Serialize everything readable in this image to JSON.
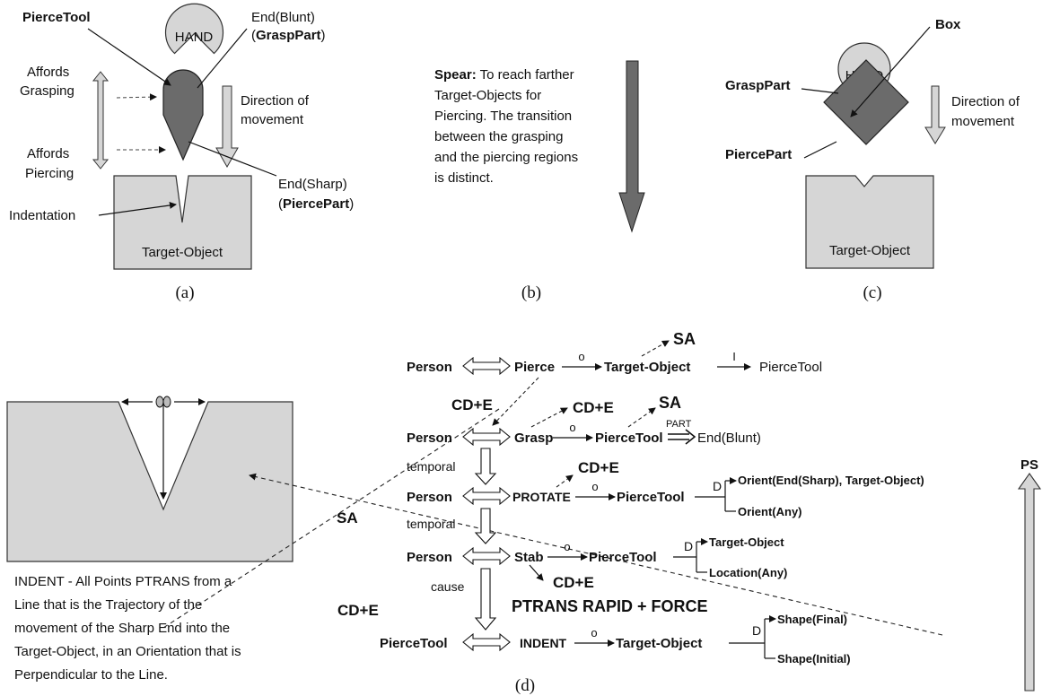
{
  "panel_a": {
    "hand": "HAND",
    "pierce_tool": "PierceTool",
    "end_blunt": "End(Blunt)",
    "grasp_part": "GraspPart",
    "affords_grasping_1": "Affords",
    "affords_grasping_2": "Grasping",
    "affords_piercing_1": "Affords",
    "affords_piercing_2": "Piercing",
    "direction_1": "Direction of",
    "direction_2": "movement",
    "end_sharp": "End(Sharp)",
    "pierce_part": "PiercePart",
    "indentation": "Indentation",
    "target_object": "Target-Object",
    "caption": "(a)"
  },
  "panel_b": {
    "spear_label": "Spear:",
    "line1_rest": "To reach farther",
    "line2": "Target-Objects for",
    "line3": "Piercing. The transition",
    "line4": "between the grasping",
    "line5": "and the piercing regions",
    "line6": "is distinct.",
    "caption": "(b)"
  },
  "panel_c": {
    "hand": "HAND",
    "box": "Box",
    "grasp_part": "GraspPart",
    "pierce_part": "PiercePart",
    "direction_1": "Direction of",
    "direction_2": "movement",
    "target_object": "Target-Object",
    "caption": "(c)"
  },
  "panel_d": {
    "indent_desc": [
      "INDENT - All Points PTRANS from a",
      "Line that is the Trajectory of the",
      "movement of the Sharp End into the",
      "Target-Object, in an Orientation that is",
      "Perpendicular to the Line."
    ],
    "sa_left": "SA",
    "cde_left": "CD+E",
    "row1": {
      "actor": "Person",
      "act": "Pierce",
      "o": "o",
      "object": "Target-Object",
      "i": "I",
      "instrument": "PierceTool",
      "sa": "SA"
    },
    "cde1": "CD+E",
    "row2": {
      "actor": "Person",
      "act": "Grasp",
      "o": "o",
      "object": "PierceTool",
      "part": "PART",
      "end": "End(Blunt)",
      "cde": "CD+E",
      "sa": "SA"
    },
    "temporal1": "temporal",
    "row3": {
      "actor": "Person",
      "act": "PROTATE",
      "o": "o",
      "object": "PierceTool",
      "d": "D",
      "to": "Orient(End(Sharp), Target-Object)",
      "from": "Orient(Any)",
      "cde": "CD+E"
    },
    "temporal2": "temporal",
    "row4": {
      "actor": "Person",
      "act": "Stab",
      "o": "o",
      "object": "PierceTool",
      "d": "D",
      "to": "Target-Object",
      "from": "Location(Any)",
      "cde": "CD+E",
      "ptrans": "PTRANS RAPID + FORCE"
    },
    "cause": "cause",
    "row5": {
      "actor": "PierceTool",
      "act": "INDENT",
      "o": "o",
      "object": "Target-Object",
      "d": "D",
      "to": "Shape(Final)",
      "from": "Shape(Initial)"
    },
    "ps": "PS",
    "caption": "(d)"
  }
}
